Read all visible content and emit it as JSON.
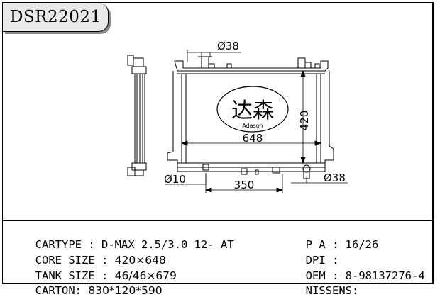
{
  "header": {
    "model_code": "DSR22021"
  },
  "drawing": {
    "dim_top_pipe": "Ø38",
    "dim_height": "420",
    "dim_width": "648",
    "dim_bottom_left": "Ø10",
    "dim_bottom_width": "350",
    "dim_bottom_right": "Ø38",
    "logo_text": "达森",
    "logo_subtext": "Adason"
  },
  "specs": {
    "cartype_label": "CARTYPE : ",
    "cartype_value": "D-MAX 2.5/3.0 12- AT",
    "core_label": "CORE SIZE : ",
    "core_value": "420×648",
    "tank_label": "TANK SIZE : ",
    "tank_value": "46/46×679",
    "carton_label": "CARTON:",
    "carton_value": "830*120*590",
    "pa_label": "P A : ",
    "pa_value": "16/26",
    "dpi_label": "DPI :",
    "dpi_value": "",
    "oem_label": "OEM : ",
    "oem_value": "8-98137276-4",
    "nissens_label": "NISSENS:",
    "nissens_value": ""
  }
}
